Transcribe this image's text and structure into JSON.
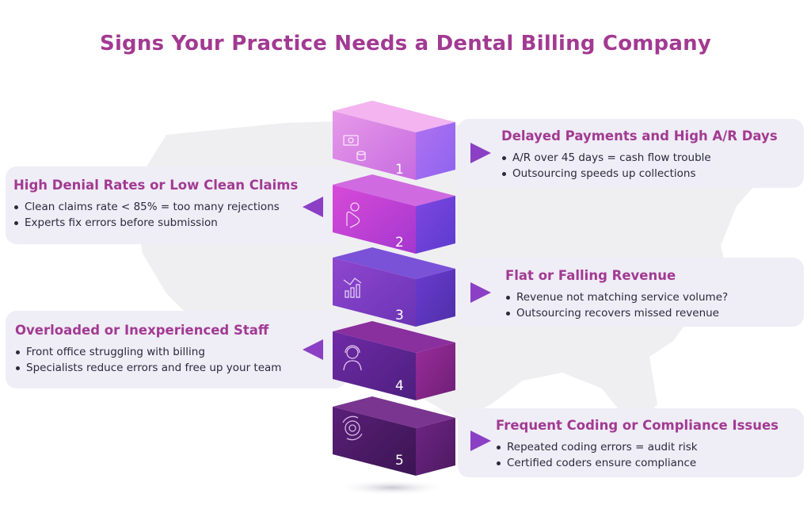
{
  "title": "Signs Your Practice Needs a Dental Billing Company",
  "colors": {
    "title": "#a23a92",
    "panel_bg": "#efedf6",
    "arrow": "#8a3fc4",
    "text": "#2a2a3a"
  },
  "steps": [
    {
      "number": "1",
      "icon": "money-icon",
      "heading": "Delayed Payments and High A/R Days",
      "points": [
        "A/R over 45 days = cash flow trouble",
        "Outsourcing speeds up collections"
      ]
    },
    {
      "number": "2",
      "icon": "hand-coin-icon",
      "heading": "High Denial Rates or Low Clean Claims",
      "points": [
        "Clean claims rate < 85% = too many rejections",
        "Experts fix errors before submission"
      ]
    },
    {
      "number": "3",
      "icon": "chart-decline-icon",
      "heading": "Flat or Falling Revenue",
      "points": [
        "Revenue not matching service volume?",
        "Outsourcing recovers missed revenue"
      ]
    },
    {
      "number": "4",
      "icon": "support-agent-icon",
      "heading": "Overloaded or Inexperienced Staff",
      "points": [
        "Front office struggling with billing",
        "Specialists reduce errors and free up your team"
      ]
    },
    {
      "number": "5",
      "icon": "gear-cycle-icon",
      "heading": "Frequent Coding or Compliance Issues",
      "points": [
        "Repeated coding errors = audit risk",
        "Certified coders ensure compliance"
      ]
    }
  ]
}
